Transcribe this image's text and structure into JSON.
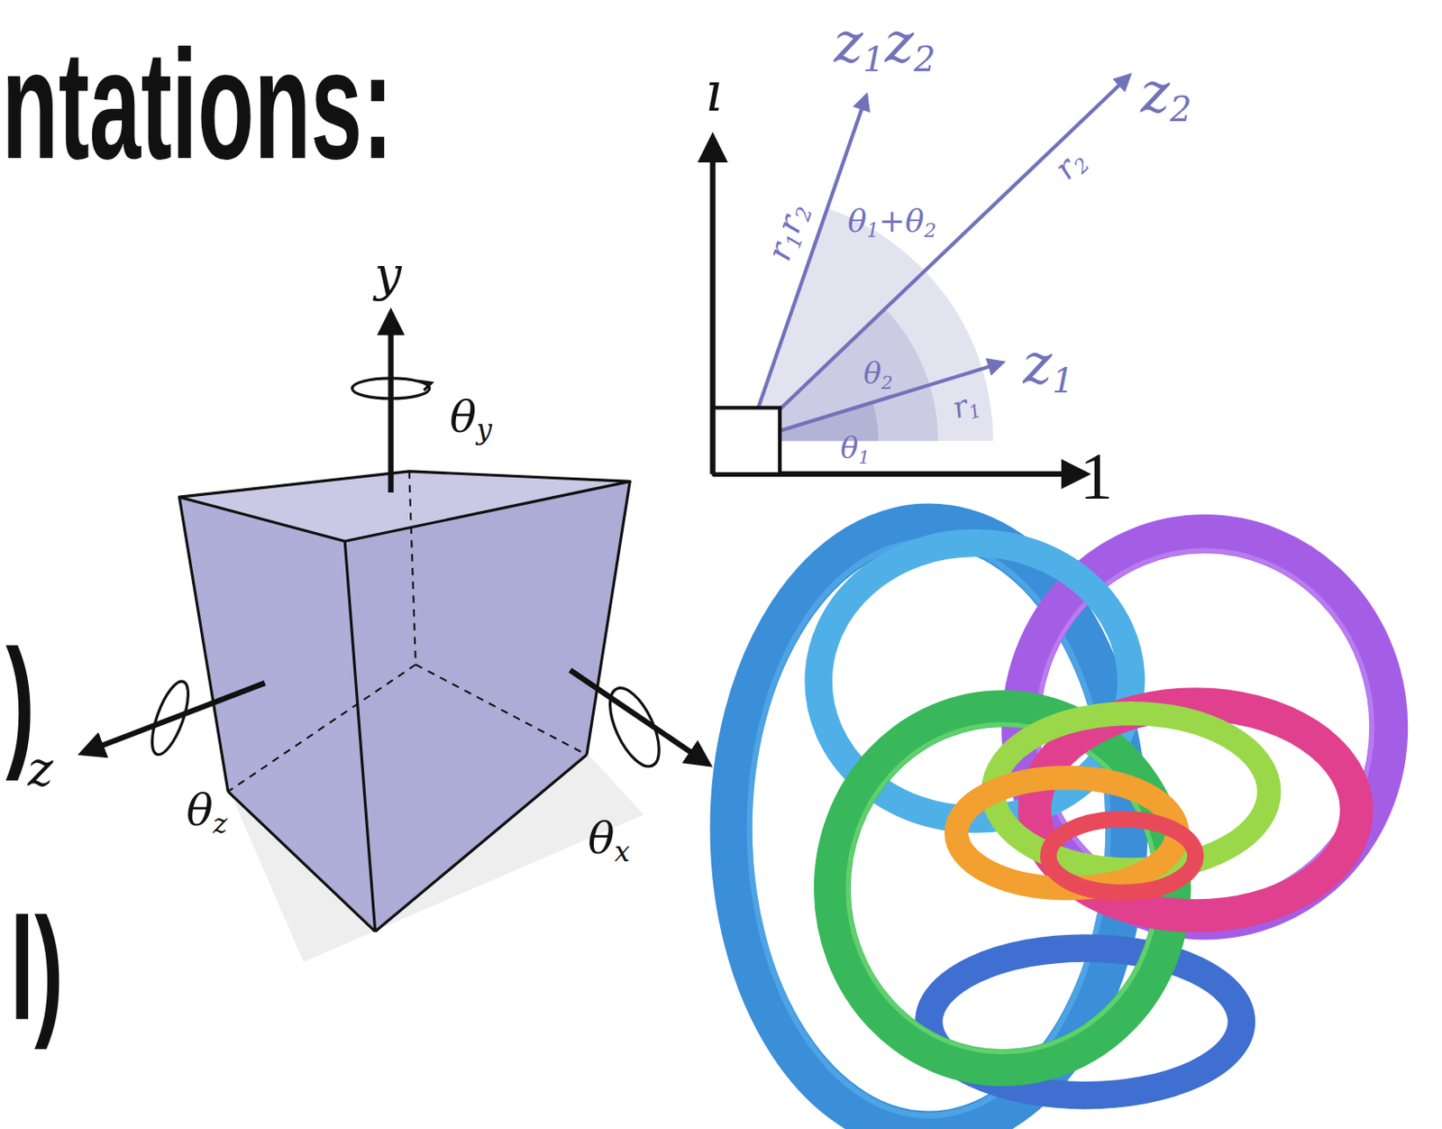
{
  "diagram": {
    "title": "ntations:",
    "labels": [
      "y",
      "θy",
      "z",
      "θz",
      "θx",
      "ı",
      "z1z2",
      "z2",
      "z1",
      "r1r2",
      "θ1+θ2",
      "r2",
      "θ2",
      "r1",
      "θ1",
      "1",
      ")",
      "l)"
    ]
  }
}
